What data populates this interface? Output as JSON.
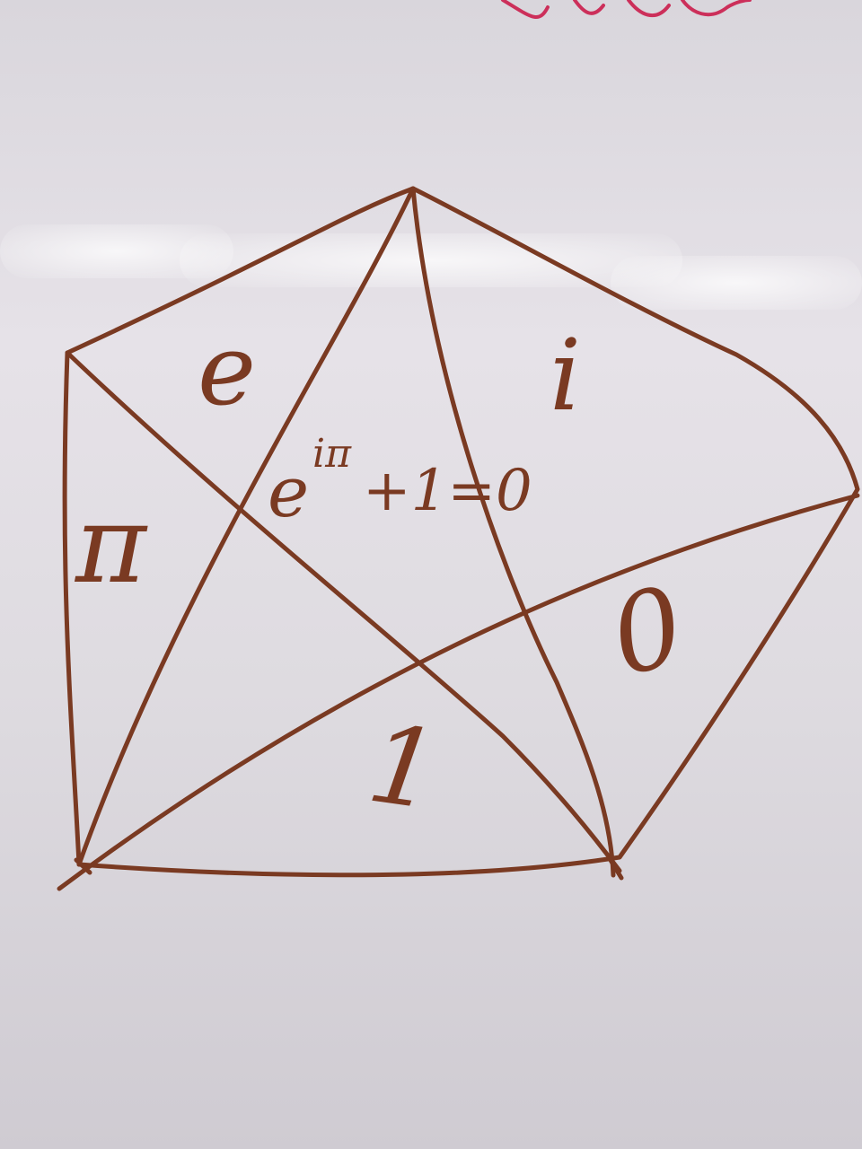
{
  "colors": {
    "marker_ink": "#7a3a22",
    "top_scribble_ink": "#cc2f5a"
  },
  "regions": {
    "e": "e",
    "pi": "π",
    "i": "i",
    "zero": "0",
    "one": "1"
  },
  "equation": {
    "base": "e",
    "exponent": "iπ",
    "rest": "+1=0"
  }
}
